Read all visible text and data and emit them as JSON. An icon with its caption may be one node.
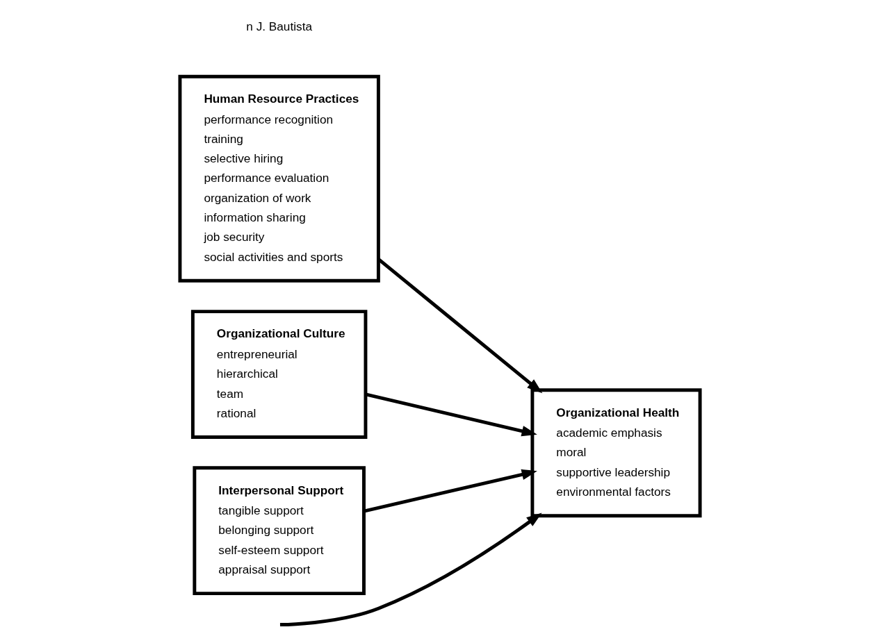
{
  "diagram": {
    "nodes": [
      {
        "text": [
          "Human Resource Practices",
          "performance recognition",
          "training",
          "selective hiring",
          "performance evaluation",
          "organization of work",
          "information sharing",
          "job security",
          "social activities and sports"
        ]
      },
      {
        "text": [
          "Organizational Culture",
          "entrepreneurial",
          "hierarchical",
          "team",
          "rational"
        ]
      },
      {
        "text": [
          "Interpersonal Support",
          "tangible support",
          "belonging support",
          "self-esteem support",
          "appraisal support"
        ]
      },
      {
        "text": [
          "Organizational Health",
          "academic emphasis",
          "moral",
          "supportive leadership",
          "environmental factors"
        ]
      }
    ],
    "edges": [
      {
        "from": 0,
        "to": 3,
        "arrow": "to"
      },
      {
        "from": 1,
        "to": 3,
        "arrow": "to"
      },
      {
        "from": 2,
        "to": 3,
        "arrow": "to"
      },
      {
        "from": null,
        "to": 3,
        "arrow": "to"
      }
    ],
    "labels": [
      "n J. Bautista"
    ]
  }
}
